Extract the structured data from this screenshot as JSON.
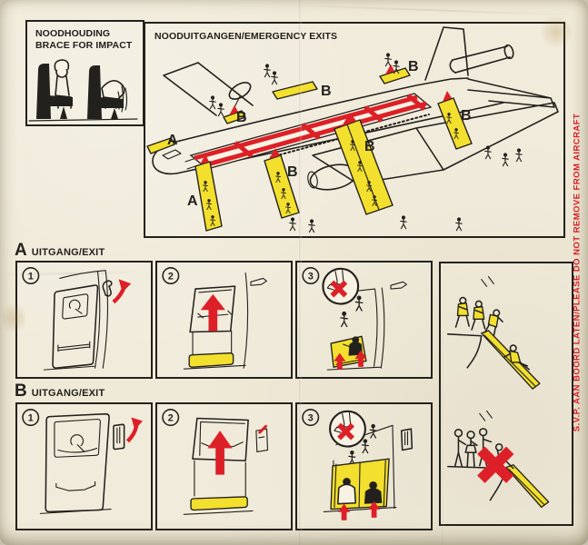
{
  "colors": {
    "red": "#dd2027",
    "yellow": "#f3df2d",
    "ink": "#23211d",
    "cream": "#efe9d7"
  },
  "card": {
    "brace_box": {
      "title_line1": "NOODHOUDING",
      "title_line2": "BRACE FOR IMPACT"
    },
    "exits_box": {
      "title": "NOODUITGANGEN/EMERGENCY EXITS",
      "exit_labels": [
        {
          "text": "A"
        },
        {
          "text": "A"
        },
        {
          "text": "B"
        },
        {
          "text": "B"
        },
        {
          "text": "B"
        },
        {
          "text": "B"
        },
        {
          "text": "B"
        },
        {
          "text": "B"
        }
      ]
    },
    "section_a": {
      "letter": "A",
      "label": "UITGANG/EXIT",
      "steps": [
        "1",
        "2",
        "3"
      ]
    },
    "section_b": {
      "letter": "B",
      "label": "UITGANG/EXIT",
      "steps": [
        "1",
        "2",
        "3"
      ]
    },
    "side_note": "S.V.P. AAN BOORD LATEN/PLEASE DO NOT REMOVE FROM AIRCRAFT"
  }
}
